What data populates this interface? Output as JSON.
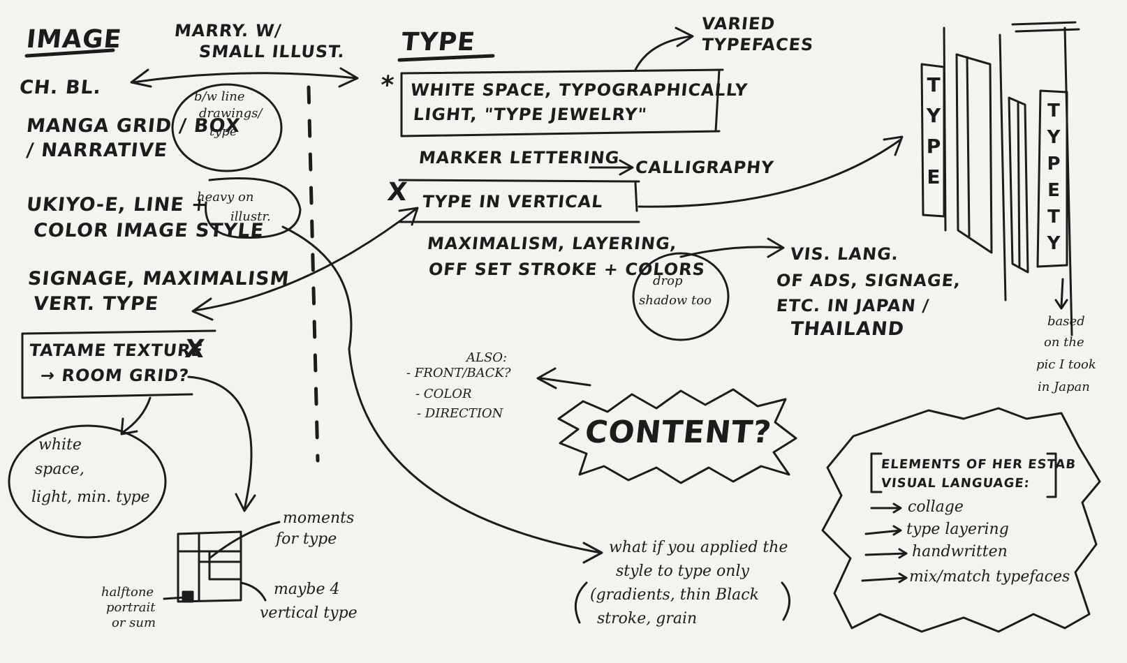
{
  "image_column": {
    "heading": "IMAGE",
    "ch_bl": "CH. BL.",
    "manga_line1": "MANGA GRID / BOX",
    "manga_line2": "/ NARRATIVE",
    "bw_note": [
      "b/w line",
      "drawings/",
      "type"
    ],
    "ukiyo_line1": "UKIYO-E, LINE +",
    "ukiyo_line2": "COLOR IMAGE STYLE",
    "heavy_note": [
      "heavy on",
      "illustr."
    ],
    "signage_line1": "SIGNAGE, MAXIMALISM",
    "signage_line2": "VERT. TYPE",
    "tatame_line1": "TATAME TEXTURE",
    "tatame_line2": "→ ROOM GRID?",
    "tatame_mark": "X",
    "white_space_note": [
      "white",
      "space,",
      "light, min. type"
    ],
    "grid_note_moments": [
      "moments",
      "for type"
    ],
    "grid_note_maybe": [
      "maybe 4",
      "vertical type"
    ],
    "grid_note_halftone": [
      "halftone",
      "portrait",
      "or sum"
    ]
  },
  "marry": {
    "line1": "MARRY. W/",
    "line2": "SMALL ILLUST."
  },
  "type_column": {
    "heading": "TYPE",
    "varied_line1": "VARIED",
    "varied_line2": "TYPEFACES",
    "white_space_line1": "WHITE SPACE, TYPOGRAPHICALLY",
    "white_space_line2": "LIGHT, \"TYPE JEWELRY\"",
    "marker_lettering": "MARKER LETTERING",
    "calligraphy": "CALLIGRAPHY",
    "type_vertical": "TYPE IN VERTICAL",
    "maximalism_line1": "MAXIMALISM, LAYERING,",
    "maximalism_line2": "OFF SET STROKE + COLORS",
    "drop_shadow_note": [
      "drop",
      "shadow too"
    ],
    "vis_lang": [
      "VIS. LANG.",
      "OF ADS, SIGNAGE,",
      "ETC. IN JAPAN /",
      "THAILAND"
    ],
    "star_mark": "*",
    "x_mark": "X"
  },
  "content_area": {
    "content_label": "CONTENT?",
    "also_label": "ALSO:",
    "also_items": [
      "- FRONT/BACK?",
      "- COLOR",
      "- DIRECTION"
    ],
    "what_if": [
      "what if you applied the",
      "style to type only",
      "(gradients, thin Black",
      "stroke, grain"
    ]
  },
  "elements_box": {
    "title_line1": "ELEMENTS OF HER ESTAB",
    "title_line2": "VISUAL LANGUAGE:",
    "items": [
      "collage",
      "type layering",
      "handwritten",
      "mix/match typefaces"
    ]
  },
  "right_sketch": {
    "vertical_word_1": "TYPE",
    "vertical_word_2": "TYPETY",
    "based_note": [
      "based",
      "on the",
      "pic I took",
      "in Japan"
    ]
  },
  "colors": {
    "paper": "#f4f3ef",
    "ink": "#1c1c1c"
  }
}
